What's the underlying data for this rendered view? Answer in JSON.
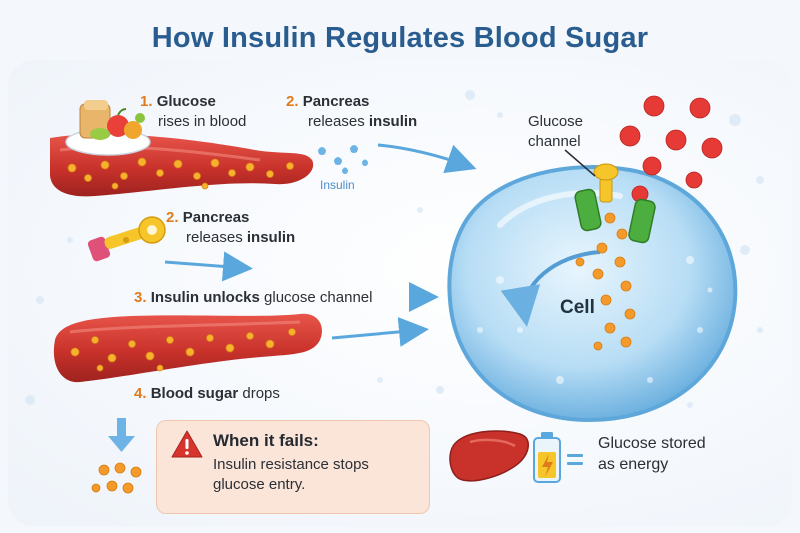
{
  "title": "How Insulin Regulates Blood Sugar",
  "steps": {
    "s1": {
      "num": "1.",
      "bold": "Glucose",
      "rest": "rises in blood"
    },
    "s2a": {
      "num": "2.",
      "bold": "Pancreas",
      "rest_pre": "releases ",
      "rest_bold": "insulin"
    },
    "s2b": {
      "num": "2.",
      "bold": "Pancreas",
      "rest_pre": "releases ",
      "rest_bold": "insulin"
    },
    "s3": {
      "num": "3.",
      "bold": "Insulin unlocks",
      "rest": " glucose channel"
    },
    "s4": {
      "num": "4.",
      "bold": "Blood sugar",
      "rest": " drops"
    }
  },
  "insulin_small": "Insulin",
  "channel_label": {
    "line1": "Glucose",
    "line2": "channel"
  },
  "cell_label": "Cell",
  "failure": {
    "title": "When it fails:",
    "text": "Insulin resistance stops glucose entry."
  },
  "stored": {
    "line1": "Glucose stored",
    "line2": "as energy"
  },
  "colors": {
    "title": "#2a5d8f",
    "step_number": "#e07b1c",
    "vessel": "#c8322b",
    "glucose": "#f39a2b",
    "cell": "#8cc7ee",
    "channel": "#4cae3f",
    "arrow": "#5aa7dd",
    "warning": "#d6342c"
  },
  "icons": [
    "food-plate-icon",
    "insulin-key-icon",
    "warning-icon",
    "liver-icon",
    "battery-icon",
    "down-arrow-icon"
  ]
}
